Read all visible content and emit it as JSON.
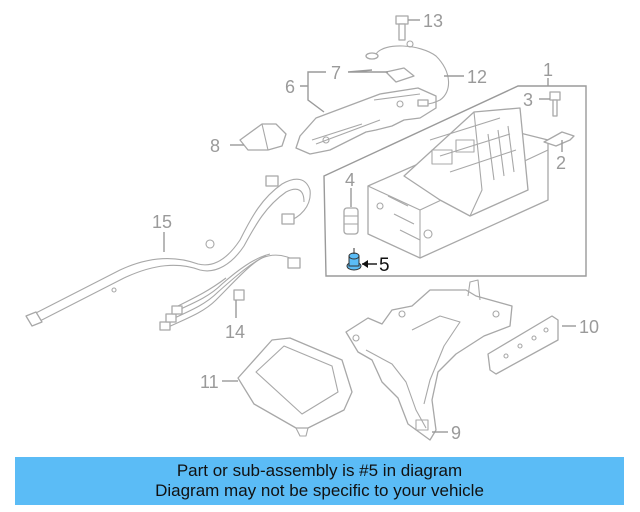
{
  "diagram": {
    "callouts": {
      "c1": "1",
      "c2": "2",
      "c3": "3",
      "c4": "4",
      "c5": "5",
      "c6": "6",
      "c7": "7",
      "c8": "8",
      "c9": "9",
      "c10": "10",
      "c11": "11",
      "c12": "12",
      "c13": "13",
      "c14": "14",
      "c15": "15"
    },
    "highlight_part": "5",
    "highlight_color": "#5bbcf6"
  },
  "banner": {
    "line1": "Part or sub-assembly is #5 in diagram",
    "line2": "Diagram may not be specific to your vehicle",
    "background": "#5bbcf6"
  }
}
